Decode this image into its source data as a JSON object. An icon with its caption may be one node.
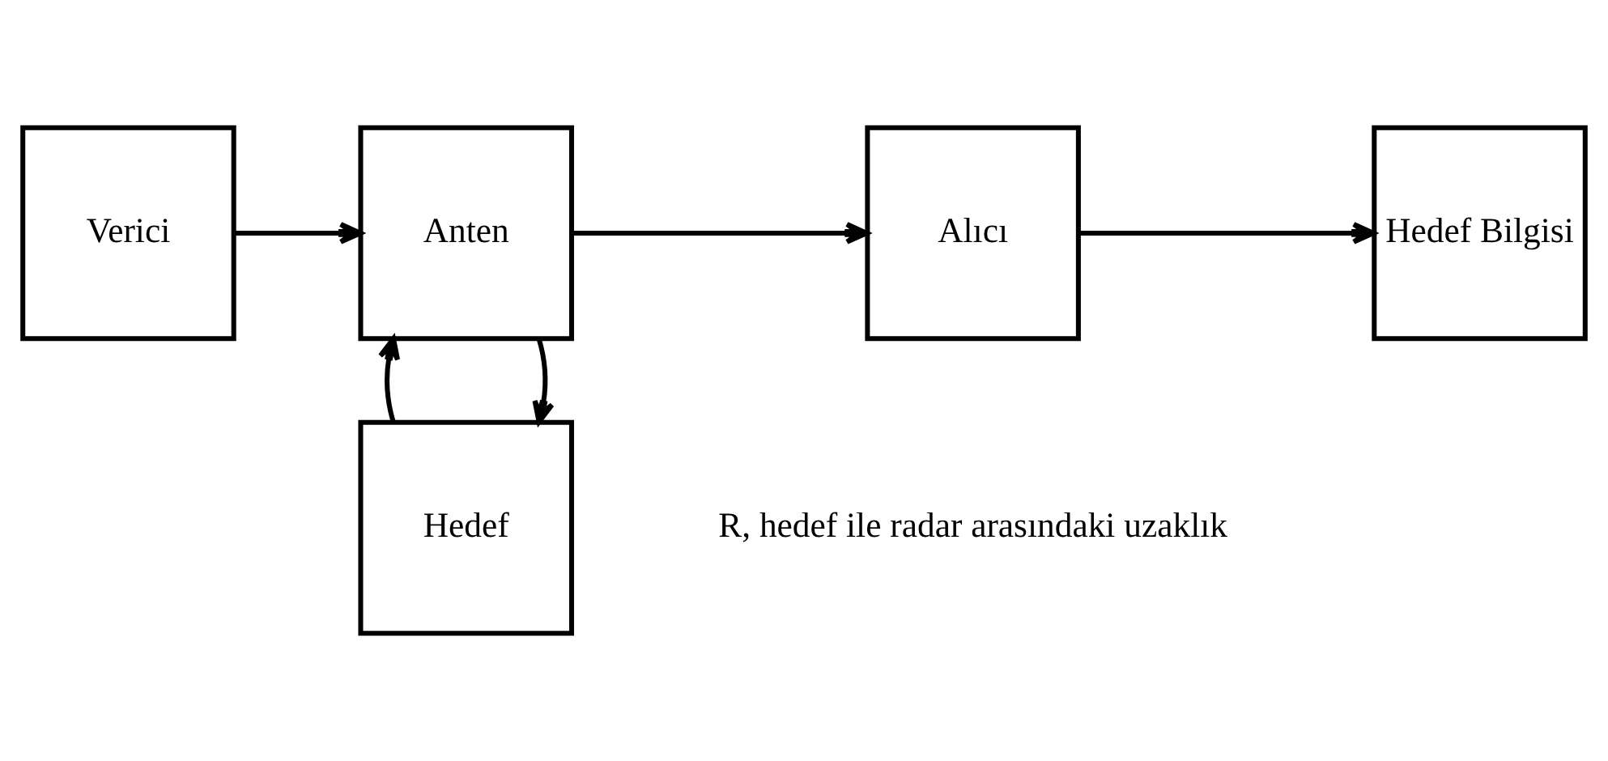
{
  "diagram": {
    "nodes": [
      {
        "text": [
          "Hedef"
        ]
      },
      {
        "text": [
          "Verici"
        ]
      },
      {
        "text": [
          "Anten"
        ]
      },
      {
        "text": [
          "Alıcı"
        ]
      },
      {
        "text": [
          "Hedef Bilgisi"
        ]
      }
    ],
    "edges": [
      {
        "from": 1,
        "to": 2,
        "arrow": "to"
      },
      {
        "from": 2,
        "to": 0,
        "arrow": "to"
      },
      {
        "from": 0,
        "to": 2,
        "arrow": "to"
      },
      {
        "from": 2,
        "to": 3,
        "arrow": "to"
      },
      {
        "from": 3,
        "to": 4,
        "arrow": "to"
      }
    ],
    "labels": [
      "R, hedef ile radar arasındaki uzaklık"
    ]
  }
}
